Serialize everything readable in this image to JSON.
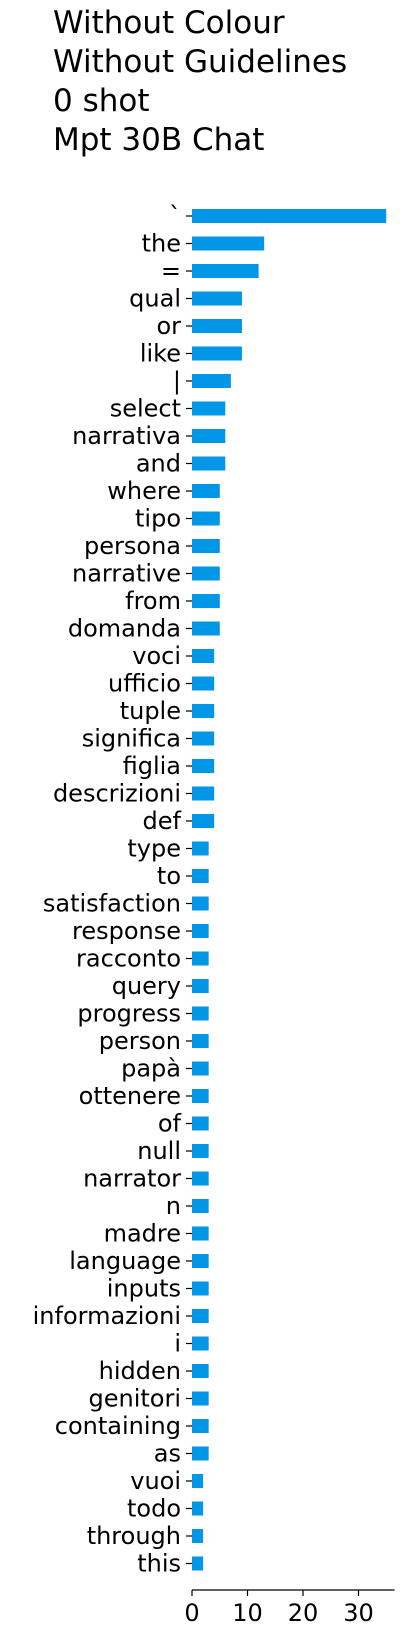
{
  "chart_data": {
    "type": "bar",
    "orientation": "horizontal",
    "title": "Without Colour\nWithout Guidelines\n0 shot\nMpt 30B Chat",
    "xlabel": "",
    "ylabel": "",
    "xlim": [
      0,
      36.5
    ],
    "xticks": [
      0,
      10,
      20,
      30
    ],
    "grid": false,
    "bar_color": "#0196e6",
    "categories": [
      "`",
      "the",
      "=",
      "qual",
      "or",
      "like",
      "|",
      "select",
      "narrativa",
      "and",
      "where",
      "tipo",
      "persona",
      "narrative",
      "from",
      "domanda",
      "voci",
      "ufficio",
      "tuple",
      "significa",
      "figlia",
      "descrizioni",
      "def",
      "type",
      "to",
      "satisfaction",
      "response",
      "racconto",
      "query",
      "progress",
      "person",
      "papà",
      "ottenere",
      "of",
      "null",
      "narrator",
      "n",
      "madre",
      "language",
      "inputs",
      "informazioni",
      "i",
      "hidden",
      "genitori",
      "containing",
      "as",
      "vuoi",
      "todo",
      "through",
      "this"
    ],
    "values": [
      35,
      13,
      12,
      9,
      9,
      9,
      7,
      6,
      6,
      6,
      5,
      5,
      5,
      5,
      5,
      5,
      4,
      4,
      4,
      4,
      4,
      4,
      4,
      3,
      3,
      3,
      3,
      3,
      3,
      3,
      3,
      3,
      3,
      3,
      3,
      3,
      3,
      3,
      3,
      3,
      3,
      3,
      3,
      3,
      3,
      3,
      2,
      2,
      2,
      2
    ]
  }
}
